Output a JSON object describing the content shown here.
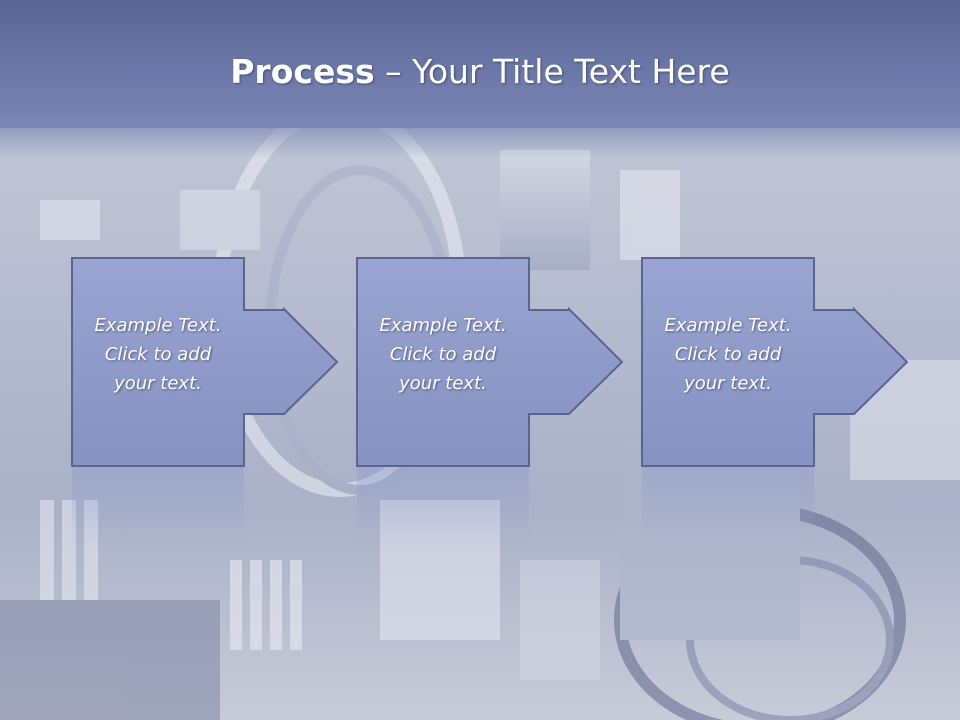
{
  "title": {
    "bold": "Process",
    "rest": " – Your Title Text Here"
  },
  "steps": [
    {
      "line1": "Example Text.",
      "line2": "Click  to add",
      "line3": "your text."
    },
    {
      "line1": "Example Text.",
      "line2": "Click  to add",
      "line3": "your text."
    },
    {
      "line1": "Example Text.",
      "line2": "Click  to add",
      "line3": "your text."
    }
  ],
  "colors": {
    "titlebar": "#6a77a8",
    "box_fill": "#8d9bcb",
    "box_border": "#5a6590"
  }
}
